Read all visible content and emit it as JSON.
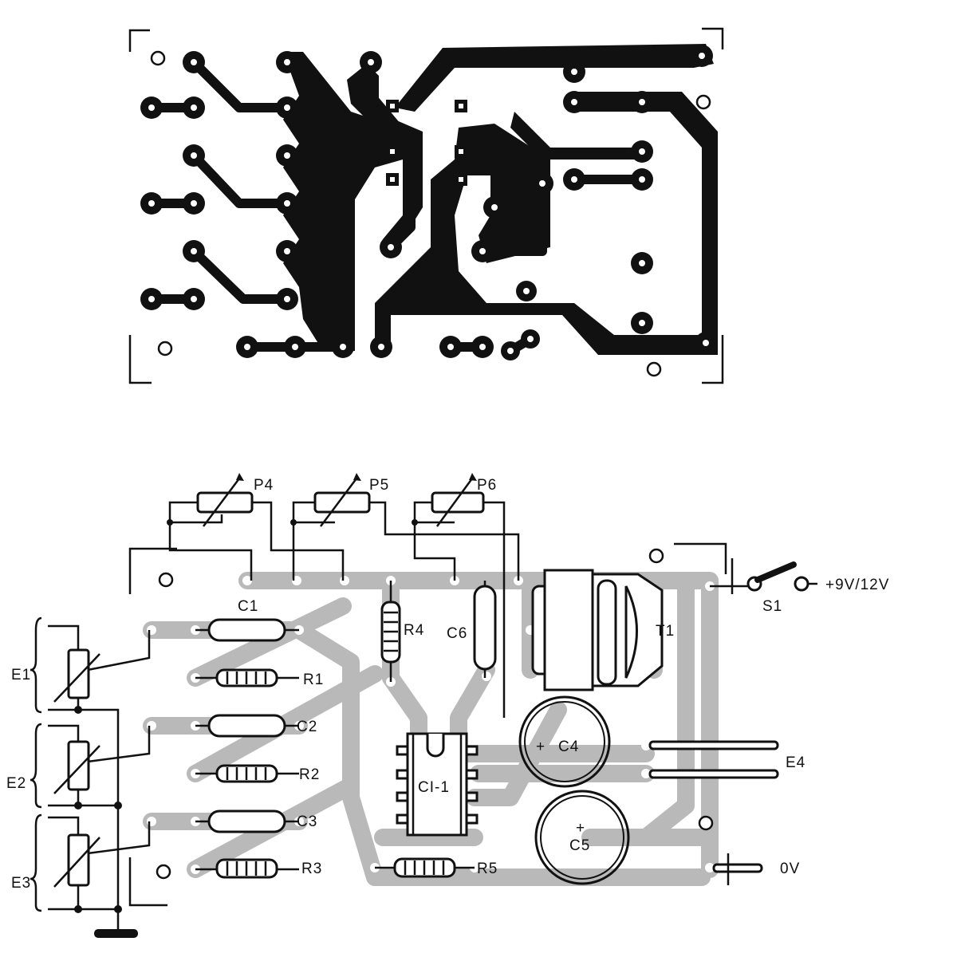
{
  "bottom_layout": {
    "potentiometers": [
      {
        "label": "P4"
      },
      {
        "label": "P5"
      },
      {
        "label": "P6"
      }
    ],
    "capacitors": [
      {
        "label": "C1"
      },
      {
        "label": "C2"
      },
      {
        "label": "C3"
      },
      {
        "label": "C4"
      },
      {
        "label": "C5"
      },
      {
        "label": "C6"
      }
    ],
    "resistors": [
      {
        "label": "R1"
      },
      {
        "label": "R2"
      },
      {
        "label": "R3"
      },
      {
        "label": "R4"
      },
      {
        "label": "R5"
      }
    ],
    "ic": {
      "label": "CI-1"
    },
    "transformer": {
      "label": "T1"
    },
    "switch": {
      "label": "S1"
    },
    "supply": {
      "label": "+9V/12V"
    },
    "ground": {
      "label": "0V"
    },
    "inputs": [
      {
        "label": "E1"
      },
      {
        "label": "E2"
      },
      {
        "label": "E3"
      }
    ],
    "output": {
      "label": "E4"
    },
    "polarity": {
      "plus": "+"
    }
  }
}
